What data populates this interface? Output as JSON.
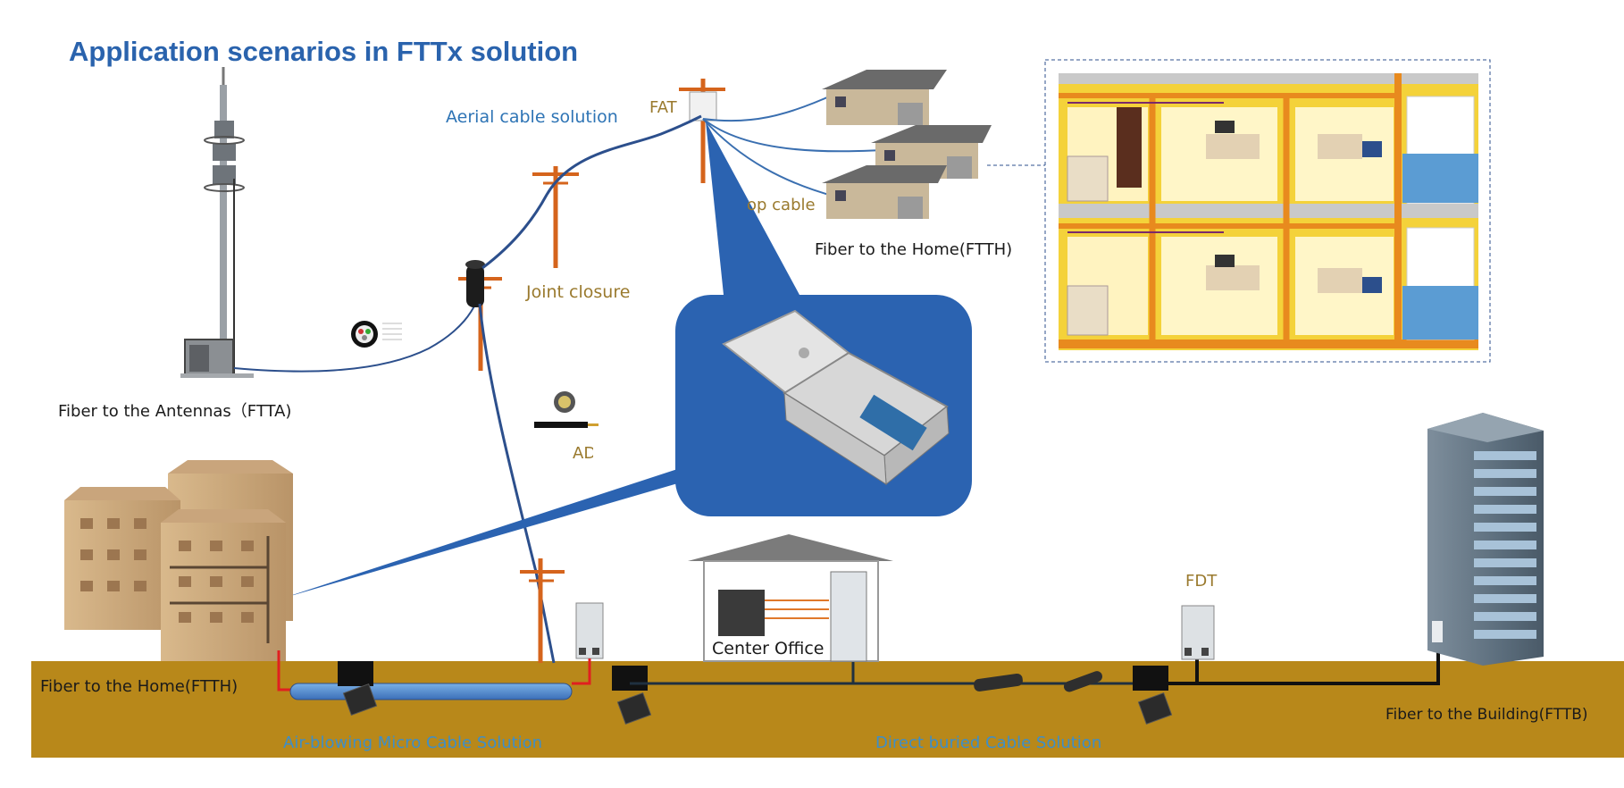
{
  "title": "Application scenarios in FTTx solution",
  "colors": {
    "title": "#2a63ad",
    "ground": "#b8881a",
    "callout": "#2b63b1",
    "pole": "#d5641c",
    "fiber": "#2c4f8c",
    "label_blue": "#2e74b5",
    "label_brown": "#9a7a2e"
  },
  "labels": {
    "aerial": "Aerial cable solution",
    "fat": "FAT",
    "drop_cable": "op cable",
    "ftth_top": "Fiber to the Home(FTTH)",
    "joint_closure": "Joint closure",
    "ftta": "Fiber to the Antennas（FTTA)",
    "adss": "ADSS",
    "center_office": "Center Office",
    "fdt": "FDT",
    "ftth_bottom": "Fiber to the Home(FTTH)",
    "fttb": "Fiber to the Building(FTTB)",
    "air_blowing": "Air-blowing Micro Cable Solution",
    "direct_buried": "Direct  buried Cable Solution"
  }
}
